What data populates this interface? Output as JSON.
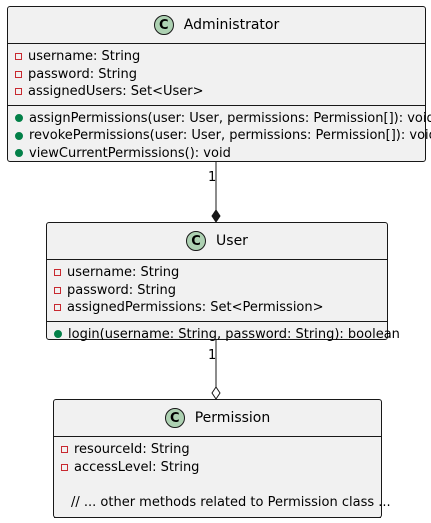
{
  "administrator": {
    "name": "Administrator",
    "stereotype": "C",
    "attributes": [
      "username: String",
      "password: String",
      "assignedUsers: Set<User>"
    ],
    "methods": [
      "assignPermissions(user: User, permissions: Permission[]): void",
      "revokePermissions(user: User, permissions: Permission[]): void",
      "viewCurrentPermissions(): void"
    ]
  },
  "user": {
    "name": "User",
    "stereotype": "C",
    "attributes": [
      "username: String",
      "password: String",
      "assignedPermissions: Set<Permission>"
    ],
    "methods": [
      "login(username: String, password: String): boolean"
    ]
  },
  "permission": {
    "name": "Permission",
    "stereotype": "C",
    "attributes": [
      "resourceId: String",
      "accessLevel: String"
    ],
    "comment": "// ... other methods related to Permission class ..."
  },
  "relations": {
    "admin_user_multiplicity": "1",
    "user_permission_multiplicity": "1"
  },
  "colors": {
    "class_fill": "#f1f1f1",
    "border": "#181818",
    "stereotype_circle": "#add1b2",
    "private_marker": "#c82930",
    "public_marker": "#038048"
  }
}
